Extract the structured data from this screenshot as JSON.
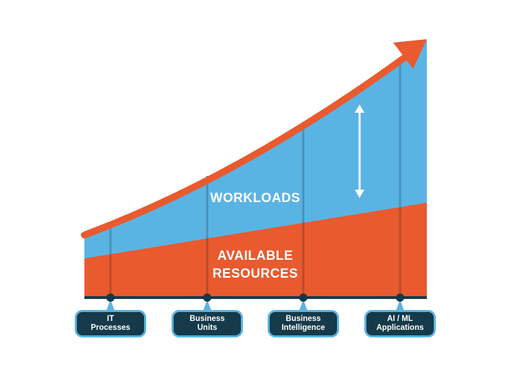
{
  "diagram": {
    "workloads_label": "WORKLOADS",
    "resources_label_line1": "AVAILABLE",
    "resources_label_line2": "RESOURCES",
    "categories": [
      {
        "line1": "IT",
        "line2": "Processes"
      },
      {
        "line1": "Business",
        "line2": "Units"
      },
      {
        "line1": "Business",
        "line2": "Intelligence"
      },
      {
        "line1": "AI / ML",
        "line2": "Applications"
      }
    ],
    "colors": {
      "workloads": "#5ab4e3",
      "resources": "#e95a2f",
      "axis": "#153a4a",
      "arrow": "#e95a2f"
    }
  }
}
